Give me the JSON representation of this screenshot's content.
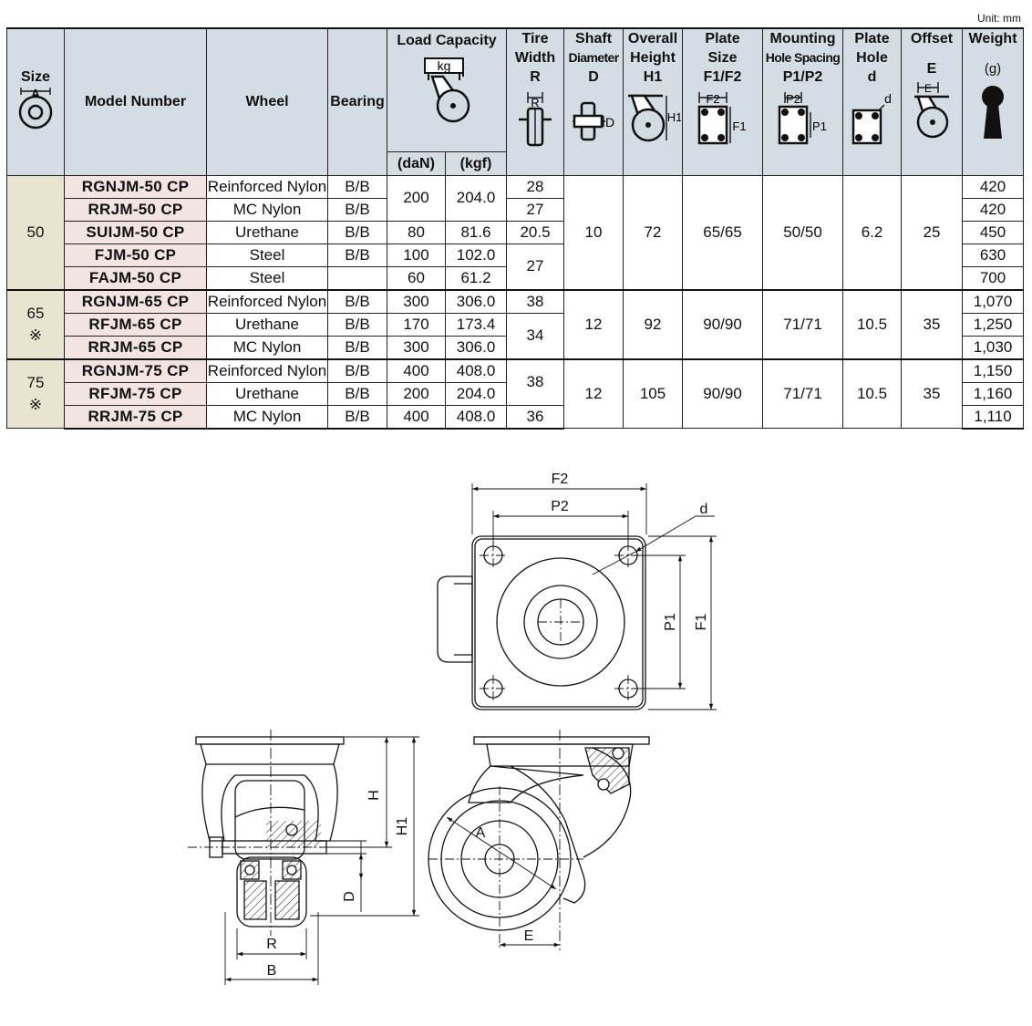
{
  "unit_label": "Unit: mm",
  "headers": {
    "size": "Size",
    "size_icon_label": "A",
    "model": "Model Number",
    "wheel": "Wheel",
    "bearing": "Bearing",
    "load": "Load Capacity",
    "load_icon_label": "kg",
    "dan": "(daN)",
    "kgf": "(kgf)",
    "tire_l1": "Tire",
    "tire_l2": "Width",
    "tire_l3": "R",
    "tire_icon_label": "R",
    "shaft_l1": "Shaft",
    "shaft_l2": "Diameter",
    "shaft_l3": "D",
    "shaft_icon_label": "D",
    "height_l1": "Overall",
    "height_l2": "Height",
    "height_l3": "H1",
    "height_icon_label": "H1",
    "plate_l1": "Plate",
    "plate_l2": "Size",
    "plate_l3": "F1/F2",
    "plate_icon_f2": "F2",
    "plate_icon_f1": "F1",
    "mount_l1": "Mounting",
    "mount_l2": "Hole Spacing",
    "mount_l3": "P1/P2",
    "mount_icon_p2": "P2",
    "mount_icon_p1": "P1",
    "hole_l1": "Plate",
    "hole_l2": "Hole",
    "hole_l3": "d",
    "hole_icon_label": "d",
    "offset_l1": "Offset",
    "offset_l2": "E",
    "offset_icon_label": "E",
    "weight_l1": "Weight",
    "weight_l2": "(g)"
  },
  "groups": [
    {
      "size": "50",
      "note": "",
      "shaft": "10",
      "height": "72",
      "plate": "65/65",
      "mount": "50/50",
      "hole": "6.2",
      "offset": "25",
      "rows": [
        {
          "model": "RGNJM-50  CP",
          "wheel": "Reinforced Nylon",
          "bearing": "B/B",
          "dan": "200",
          "kgf": "204.0",
          "tire": "28",
          "weight": "420"
        },
        {
          "model": "RRJM-50  CP",
          "wheel": "MC Nylon",
          "bearing": "B/B",
          "dan": "",
          "kgf": "",
          "tire": "27",
          "weight": "420"
        },
        {
          "model": "SUIJM-50  CP",
          "wheel": "Urethane",
          "bearing": "B/B",
          "dan": "80",
          "kgf": "81.6",
          "tire": "20.5",
          "weight": "450"
        },
        {
          "model": "FJM-50  CP",
          "wheel": "Steel",
          "bearing": "B/B",
          "dan": "100",
          "kgf": "102.0",
          "tire": "27",
          "weight": "630"
        },
        {
          "model": "FAJM-50  CP",
          "wheel": "Steel",
          "bearing": "",
          "dan": "60",
          "kgf": "61.2",
          "tire": "",
          "weight": "700"
        }
      ]
    },
    {
      "size": "65",
      "note": "※",
      "shaft": "12",
      "height": "92",
      "plate": "90/90",
      "mount": "71/71",
      "hole": "10.5",
      "offset": "35",
      "rows": [
        {
          "model": "RGNJM-65  CP",
          "wheel": "Reinforced Nylon",
          "bearing": "B/B",
          "dan": "300",
          "kgf": "306.0",
          "tire": "38",
          "weight": "1,070"
        },
        {
          "model": "RFJM-65  CP",
          "wheel": "Urethane",
          "bearing": "B/B",
          "dan": "170",
          "kgf": "173.4",
          "tire": "34",
          "weight": "1,250"
        },
        {
          "model": "RRJM-65  CP",
          "wheel": "MC Nylon",
          "bearing": "B/B",
          "dan": "300",
          "kgf": "306.0",
          "tire": "",
          "weight": "1,030"
        }
      ]
    },
    {
      "size": "75",
      "note": "※",
      "shaft": "12",
      "height": "105",
      "plate": "90/90",
      "mount": "71/71",
      "hole": "10.5",
      "offset": "35",
      "rows": [
        {
          "model": "RGNJM-75  CP",
          "wheel": "Reinforced Nylon",
          "bearing": "B/B",
          "dan": "400",
          "kgf": "408.0",
          "tire": "38",
          "weight": "1,150"
        },
        {
          "model": "RFJM-75  CP",
          "wheel": "Urethane",
          "bearing": "B/B",
          "dan": "200",
          "kgf": "204.0",
          "tire": "",
          "weight": "1,160"
        },
        {
          "model": "RRJM-75  CP",
          "wheel": "MC Nylon",
          "bearing": "B/B",
          "dan": "400",
          "kgf": "408.0",
          "tire": "36",
          "weight": "1,110"
        }
      ]
    }
  ],
  "drawing": {
    "F2": "F2",
    "P2": "P2",
    "d": "d",
    "P1": "P1",
    "F1": "F1",
    "H": "H",
    "H1": "H1",
    "D": "D",
    "R": "R",
    "B": "B",
    "A": "A",
    "E": "E"
  }
}
